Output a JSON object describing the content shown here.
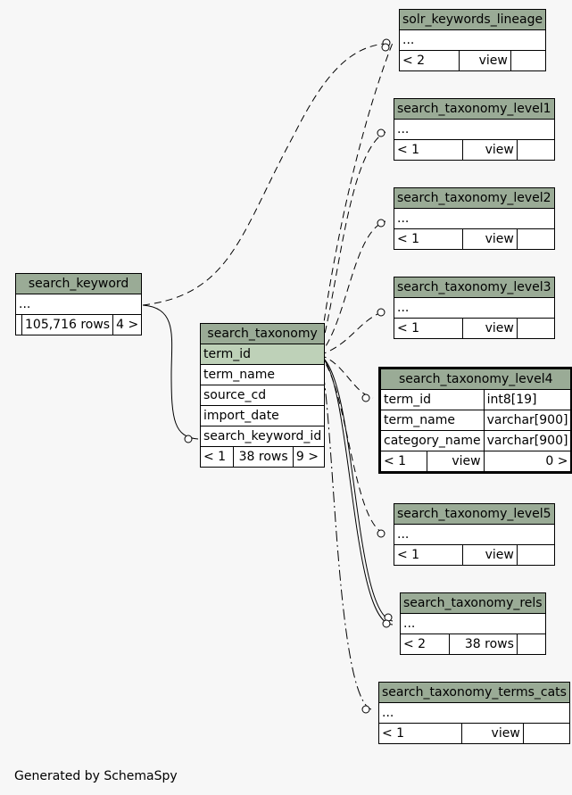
{
  "footer": "Generated by SchemaSpy",
  "tables": {
    "solr_keywords_lineage": {
      "name": "solr_keywords_lineage",
      "placeholder": "...",
      "left": "< 2",
      "right": "view"
    },
    "search_taxonomy_level1": {
      "name": "search_taxonomy_level1",
      "placeholder": "...",
      "left": "< 1",
      "right": "view"
    },
    "search_taxonomy_level2": {
      "name": "search_taxonomy_level2",
      "placeholder": "...",
      "left": "< 1",
      "right": "view"
    },
    "search_taxonomy_level3": {
      "name": "search_taxonomy_level3",
      "placeholder": "...",
      "left": "< 1",
      "right": "view"
    },
    "search_keyword": {
      "name": "search_keyword",
      "placeholder": "...",
      "rows": "105,716 rows",
      "right": "4 >"
    },
    "search_taxonomy": {
      "name": "search_taxonomy",
      "columns": [
        "term_id",
        "term_name",
        "source_cd",
        "import_date",
        "search_keyword_id"
      ],
      "left": "< 1",
      "rows": "38 rows",
      "right": "9 >"
    },
    "search_taxonomy_level4": {
      "name": "search_taxonomy_level4",
      "columns": [
        {
          "name": "term_id",
          "type": "int8[19]"
        },
        {
          "name": "term_name",
          "type": "varchar[900]"
        },
        {
          "name": "category_name",
          "type": "varchar[900]"
        }
      ],
      "left": "< 1",
      "mid": "view",
      "right": "0 >"
    },
    "search_taxonomy_level5": {
      "name": "search_taxonomy_level5",
      "placeholder": "...",
      "left": "< 1",
      "right": "view"
    },
    "search_taxonomy_rels": {
      "name": "search_taxonomy_rels",
      "placeholder": "...",
      "left": "< 2",
      "right": "38 rows"
    },
    "search_taxonomy_terms_cats": {
      "name": "search_taxonomy_terms_cats",
      "placeholder": "...",
      "left": "< 1",
      "right": "view"
    }
  }
}
